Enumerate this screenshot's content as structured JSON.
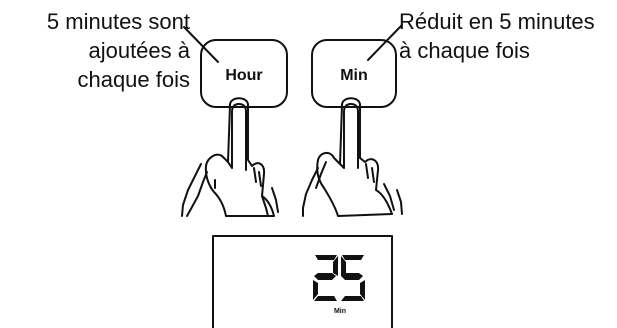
{
  "annotations": {
    "add": {
      "lines": [
        "5 minutes sont",
        "ajoutées à",
        "chaque fois"
      ]
    },
    "reduce": {
      "lines": [
        "Réduit en 5 minutes",
        "à chaque fois"
      ]
    }
  },
  "buttons": {
    "hour": {
      "label": "Hour"
    },
    "min": {
      "label": "Min"
    }
  },
  "display": {
    "value": "25",
    "unit": "Min"
  }
}
